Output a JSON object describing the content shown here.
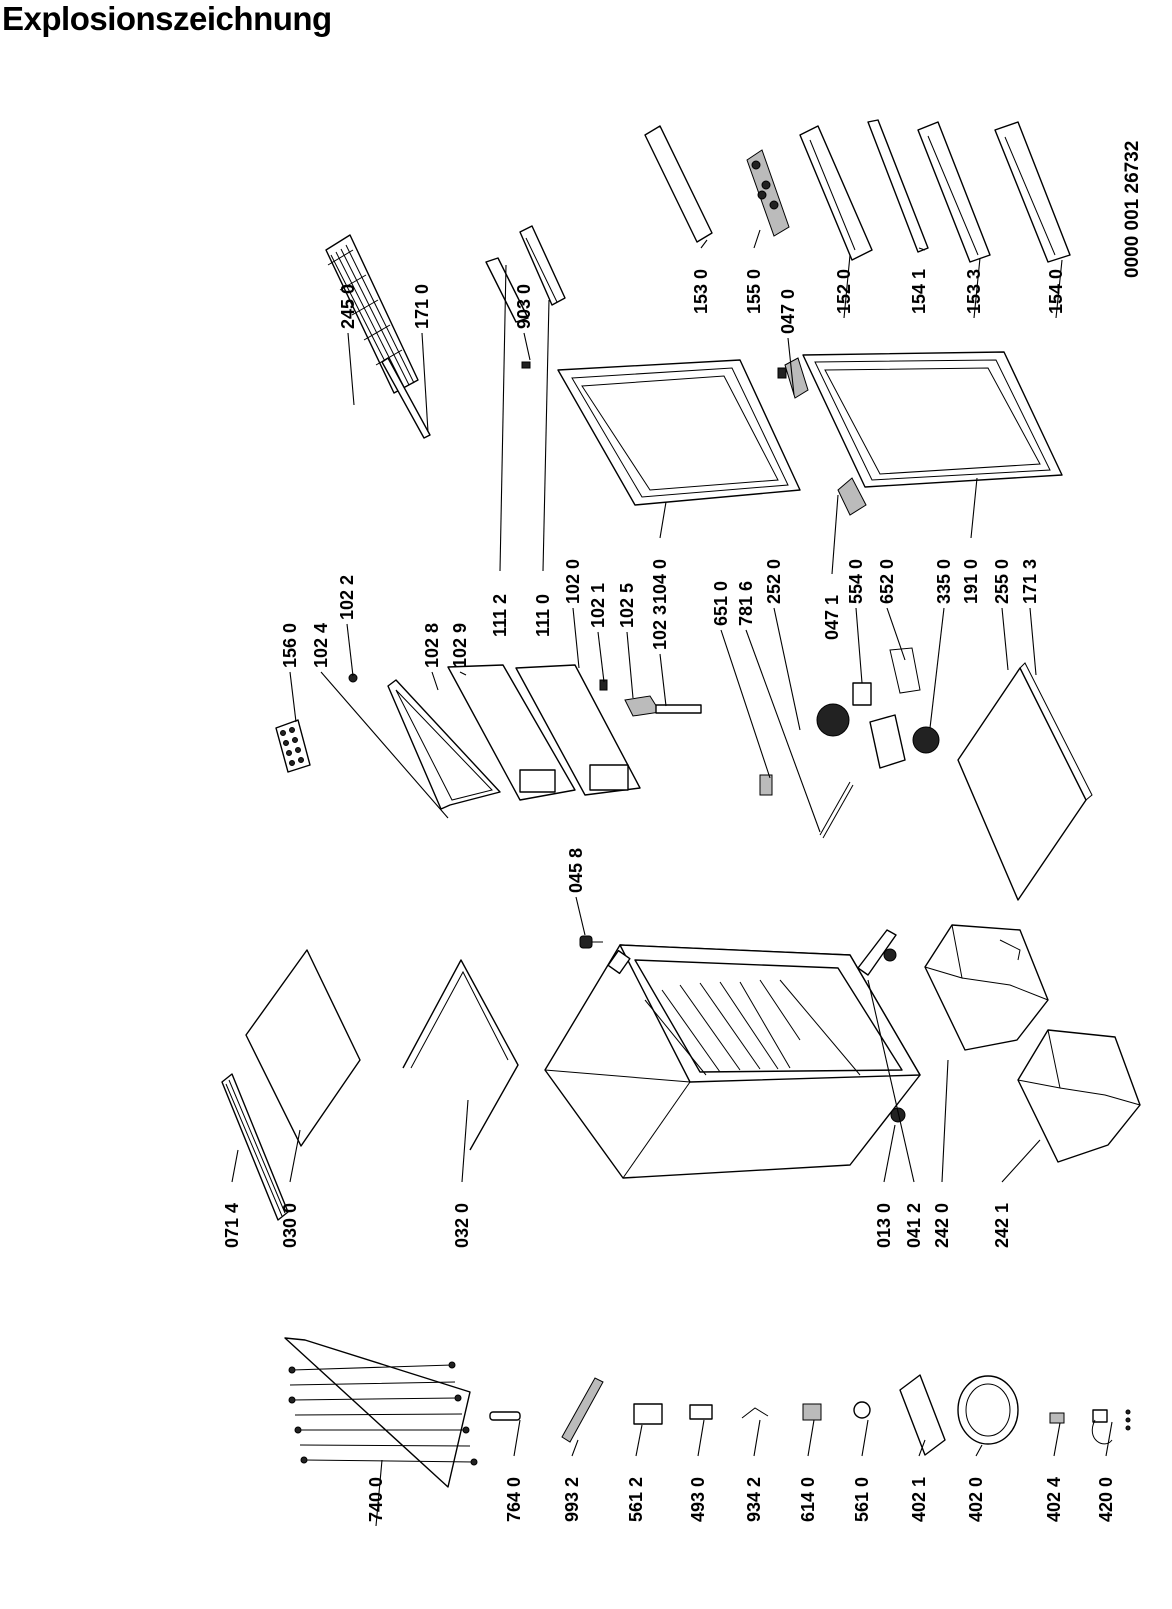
{
  "page": {
    "title": "Explosionszeichnung",
    "document_number": "0000 001 26732"
  },
  "callouts": [
    {
      "label": "071 4"
    },
    {
      "label": "030 0"
    },
    {
      "label": "032 0"
    },
    {
      "label": "013 0"
    },
    {
      "label": "041 2"
    },
    {
      "label": "242 0"
    },
    {
      "label": "242 1"
    },
    {
      "label": "045 8"
    },
    {
      "label": "156 0"
    },
    {
      "label": "102 4"
    },
    {
      "label": "102 2"
    },
    {
      "label": "102 8"
    },
    {
      "label": "102 9"
    },
    {
      "label": "111 2"
    },
    {
      "label": "111 0"
    },
    {
      "label": "102 0"
    },
    {
      "label": "102 1"
    },
    {
      "label": "102 5"
    },
    {
      "label": "104 0"
    },
    {
      "label": "102 3"
    },
    {
      "label": "651 0"
    },
    {
      "label": "781 6"
    },
    {
      "label": "252 0"
    },
    {
      "label": "047 1"
    },
    {
      "label": "554 0"
    },
    {
      "label": "652 0"
    },
    {
      "label": "335 0"
    },
    {
      "label": "191 0"
    },
    {
      "label": "255 0"
    },
    {
      "label": "171 3"
    },
    {
      "label": "245 0"
    },
    {
      "label": "171 0"
    },
    {
      "label": "903 0"
    },
    {
      "label": "153 0"
    },
    {
      "label": "155 0"
    },
    {
      "label": "047 0"
    },
    {
      "label": "152 0"
    },
    {
      "label": "154 1"
    },
    {
      "label": "153 3"
    },
    {
      "label": "154 0"
    },
    {
      "label": "740 0"
    },
    {
      "label": "764 0"
    },
    {
      "label": "993 2"
    },
    {
      "label": "561 2"
    },
    {
      "label": "493 0"
    },
    {
      "label": "934 2"
    },
    {
      "label": "614 0"
    },
    {
      "label": "561 0"
    },
    {
      "label": "402 1"
    },
    {
      "label": "402 0"
    },
    {
      "label": "402 4"
    },
    {
      "label": "420 0"
    }
  ]
}
